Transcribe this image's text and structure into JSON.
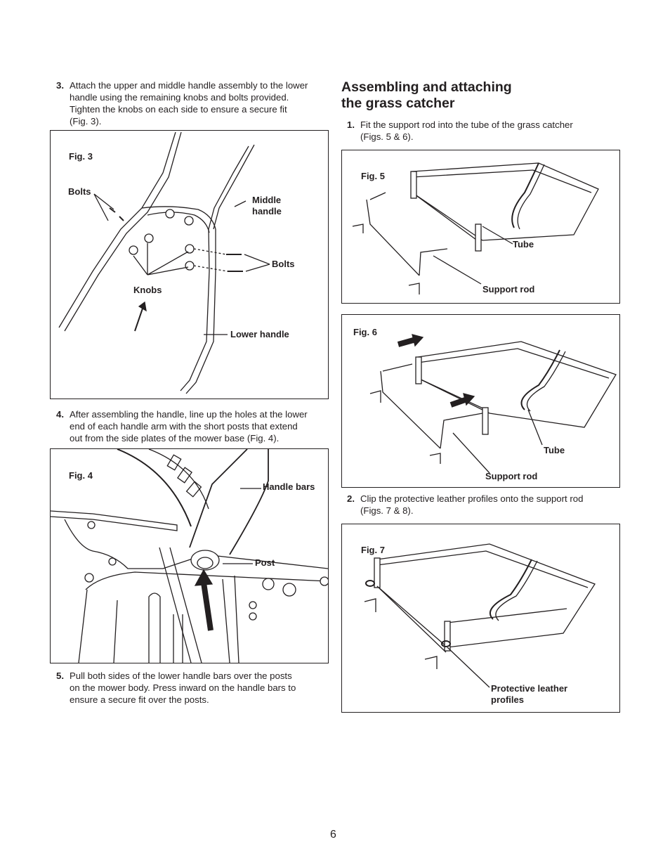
{
  "steps": {
    "s3": {
      "num": "3.",
      "text": "Attach the upper and middle handle assembly to the lower\nhandle using the remaining knobs and bolts provided.\nTighten the knobs on each side to ensure a secure fit\n(Fig. 3)."
    },
    "s4": {
      "num": "4.",
      "text": "After assembling the handle, line up the holes at the lower\nend of each handle arm with the short posts that extend\nout from the side plates of the mower base (Fig. 4)."
    },
    "s5": {
      "num": "5.",
      "text": "Pull both sides of the lower handle bars over the posts\non the mower body. Press inward on the handle bars to\nensure a secure fit over the posts."
    },
    "c1": {
      "num": "1.",
      "text": "Fit the support rod into the tube of the grass catcher\n(Figs. 5 & 6)."
    },
    "c2": {
      "num": "2.",
      "text": "Clip the protective leather profiles onto the support rod\n(Figs. 7 & 8)."
    }
  },
  "section_heading": "Assembling and attaching\nthe grass catcher",
  "fig3": {
    "title": "Fig. 3",
    "bolts_left": "Bolts",
    "middle_handle": "Middle\nhandle",
    "bolts_right": "Bolts",
    "knobs": "Knobs",
    "lower_handle": "Lower handle"
  },
  "fig4": {
    "title": "Fig. 4",
    "handle_bars": "Handle bars",
    "post": "Post"
  },
  "fig5": {
    "title": "Fig. 5",
    "tube": "Tube",
    "support_rod": "Support rod"
  },
  "fig6": {
    "title": "Fig. 6",
    "tube": "Tube",
    "support_rod": "Support rod"
  },
  "fig7": {
    "title": "Fig. 7",
    "profiles": "Protective leather\nprofiles"
  },
  "page_number": "6"
}
